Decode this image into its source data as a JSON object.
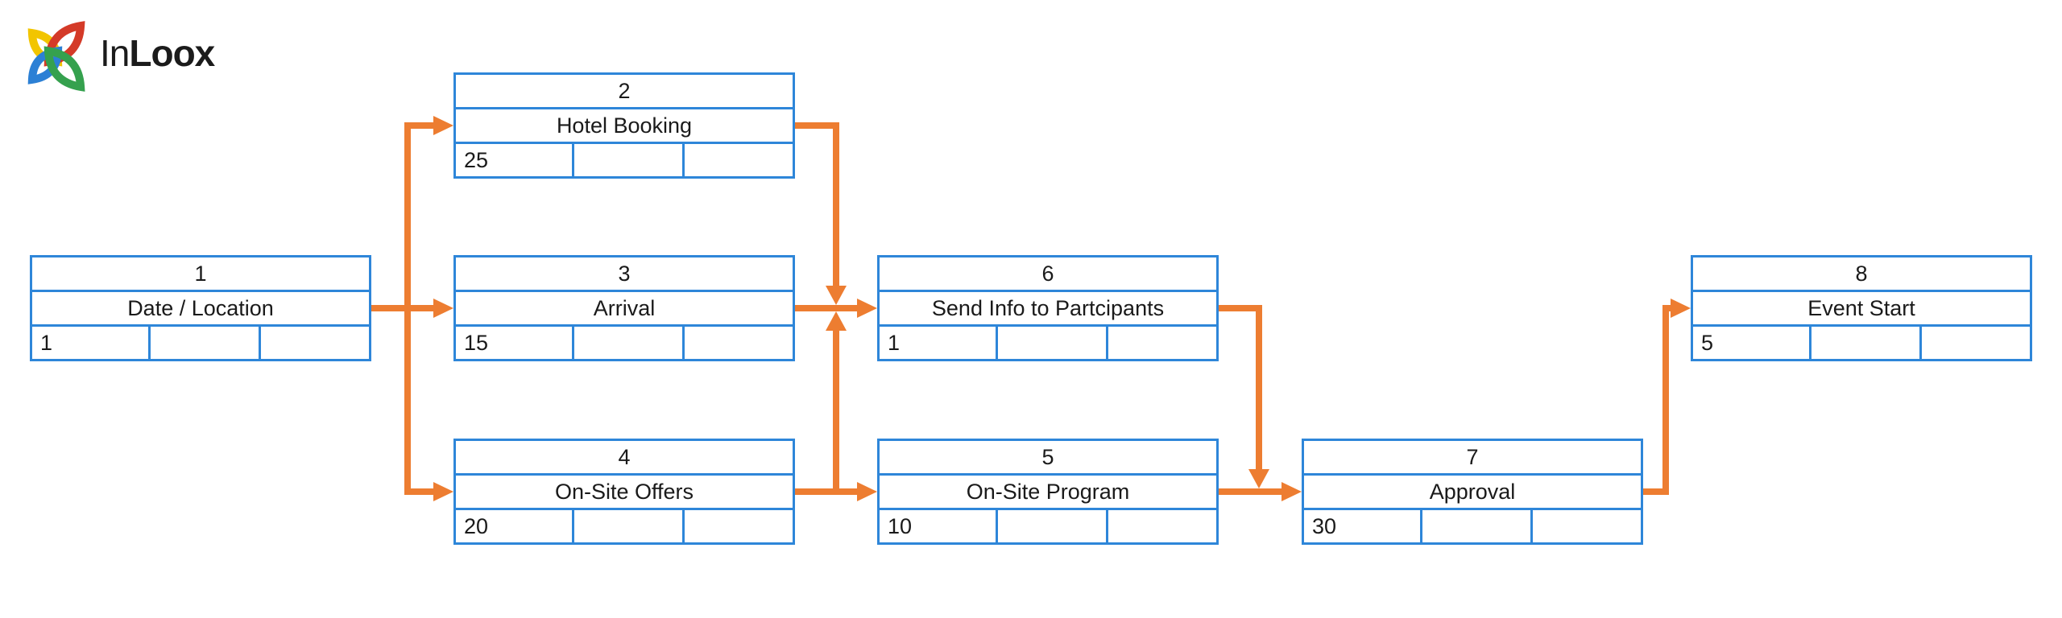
{
  "brand": {
    "logo_text_regular": "In",
    "logo_text_bold": "Loox"
  },
  "colors": {
    "node_border_blue": "#2E86D9",
    "arrow_orange": "#ED7D31",
    "text_ink": "#1A1A1A",
    "logo_yellow": "#F2C500",
    "logo_red": "#D43A28",
    "logo_blue": "#2C80D5",
    "logo_green": "#35A14E"
  },
  "diagram": {
    "type": "network-plan",
    "nodes": [
      {
        "number": "1",
        "name": "Date / Location",
        "duration": "1"
      },
      {
        "number": "2",
        "name": "Hotel Booking",
        "duration": "25"
      },
      {
        "number": "3",
        "name": "Arrival",
        "duration": "15"
      },
      {
        "number": "4",
        "name": "On-Site Offers",
        "duration": "20"
      },
      {
        "number": "5",
        "name": "On-Site Program",
        "duration": "10"
      },
      {
        "number": "6",
        "name": "Send Info to Partcipants",
        "duration": "1"
      },
      {
        "number": "7",
        "name": "Approval",
        "duration": "30"
      },
      {
        "number": "8",
        "name": "Event Start",
        "duration": "5"
      }
    ],
    "edges": [
      {
        "from": "1",
        "to": "2"
      },
      {
        "from": "1",
        "to": "3"
      },
      {
        "from": "1",
        "to": "4"
      },
      {
        "from": "2",
        "to": "6"
      },
      {
        "from": "3",
        "to": "6"
      },
      {
        "from": "4",
        "to": "6"
      },
      {
        "from": "4",
        "to": "5"
      },
      {
        "from": "5",
        "to": "7"
      },
      {
        "from": "6",
        "to": "7"
      },
      {
        "from": "7",
        "to": "8"
      }
    ]
  }
}
